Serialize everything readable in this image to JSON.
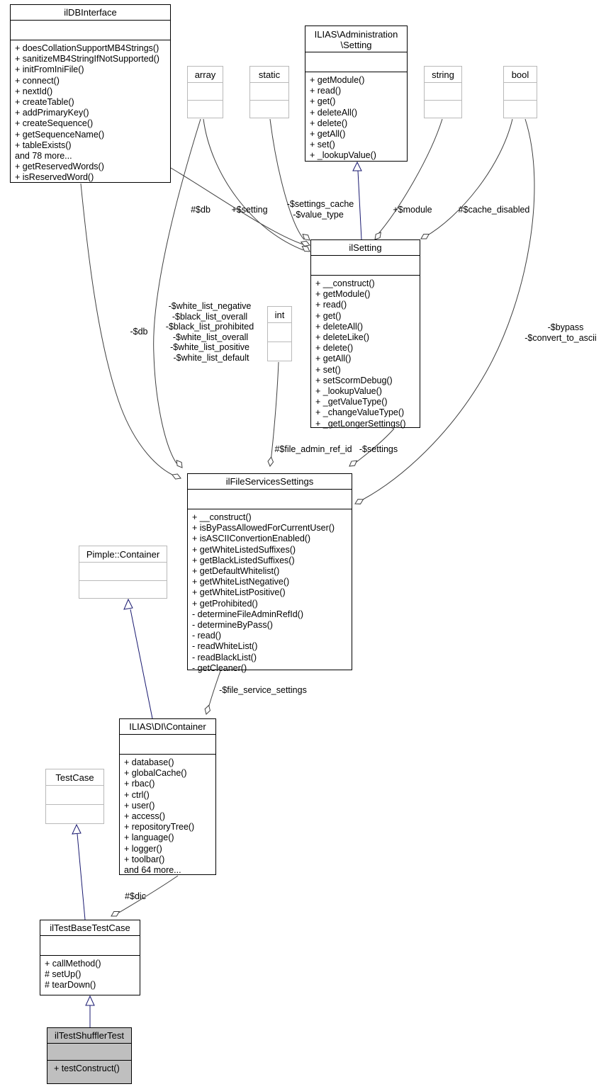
{
  "diagram": {
    "colors": {
      "node_border": "#000000",
      "type_node_border": "#b9b9b9",
      "inheritance_edge": "#191970",
      "collaboration_edge": "#404040",
      "current_node_fill": "#bfbfbf",
      "node_fill": "#ffffff"
    },
    "classes": {
      "ildbinterface": {
        "title": "ilDBInterface",
        "methods": [
          "+ doesCollationSupportMB4Strings()",
          "+ sanitizeMB4StringIfNotSupported()",
          "+ initFromIniFile()",
          "+ connect()",
          "+ nextId()",
          "+ createTable()",
          "+ addPrimaryKey()",
          "+ createSequence()",
          "+ getSequenceName()",
          "+ tableExists()",
          "and 78 more...",
          "+ getReservedWords()",
          "+ isReservedWord()"
        ]
      },
      "array_type": {
        "title": "array"
      },
      "static_type": {
        "title": "static"
      },
      "admin_setting": {
        "title_lines": [
          "ILIAS\\Administration",
          "\\Setting"
        ],
        "methods": [
          "+ getModule()",
          "+ read()",
          "+ get()",
          "+ deleteAll()",
          "+ delete()",
          "+ getAll()",
          "+ set()",
          "+ _lookupValue()"
        ]
      },
      "string_type": {
        "title": "string"
      },
      "bool_type": {
        "title": "bool"
      },
      "ilsetting": {
        "title": "ilSetting",
        "methods": [
          "+ __construct()",
          "+ getModule()",
          "+ read()",
          "+ get()",
          "+ deleteAll()",
          "+ deleteLike()",
          "+ delete()",
          "+ getAll()",
          "+ set()",
          "+ setScormDebug()",
          "+ _lookupValue()",
          "+ _getValueType()",
          "+ _changeValueType()",
          "+ _getLongerSettings()"
        ]
      },
      "int_type": {
        "title": "int"
      },
      "ilfileservicessettings": {
        "title": "ilFileServicesSettings",
        "methods": [
          "+ __construct()",
          "+ isByPassAllowedForCurrentUser()",
          "+ isASCIIConvertionEnabled()",
          "+ getWhiteListedSuffixes()",
          "+ getBlackListedSuffixes()",
          "+ getDefaultWhitelist()",
          "+ getWhiteListNegative()",
          "+ getWhiteListPositive()",
          "+ getProhibited()",
          "- determineFileAdminRefId()",
          "- determineByPass()",
          "- read()",
          "- readWhiteList()",
          "- readBlackList()",
          "- getCleaner()"
        ]
      },
      "pimple_container": {
        "title": "Pimple::Container"
      },
      "di_container": {
        "title": "ILIAS\\DI\\Container",
        "methods": [
          "+ database()",
          "+ globalCache()",
          "+ rbac()",
          "+ ctrl()",
          "+ user()",
          "+ access()",
          "+ repositoryTree()",
          "+ language()",
          "+ logger()",
          "+ toolbar()",
          "and 64 more..."
        ]
      },
      "testcase": {
        "title": "TestCase"
      },
      "iltestbasetestcase": {
        "title": "ilTestBaseTestCase",
        "methods": [
          "+ callMethod()",
          "# setUp()",
          "# tearDown()"
        ]
      },
      "iltestshufflertest": {
        "title": "ilTestShufflerTest",
        "methods": [
          "+ testConstruct()"
        ]
      }
    },
    "edge_labels": {
      "db_protected": "#$db",
      "setting": "+$setting",
      "settings_cache": "-$settings_cache",
      "value_type": "-$value_type",
      "module": "+$module",
      "cache_disabled": "#$cache_disabled",
      "db_private": "-$db",
      "white_list_negative": "-$white_list_negative",
      "black_list_overall": "-$black_list_overall",
      "black_list_prohibited": "-$black_list_prohibited",
      "white_list_overall": "-$white_list_overall",
      "white_list_positive": "-$white_list_positive",
      "white_list_default": "-$white_list_default",
      "bypass": "-$bypass",
      "convert_to_ascii": "-$convert_to_ascii",
      "file_admin_ref_id": "#$file_admin_ref_id",
      "settings_member": "-$settings",
      "file_service_settings": "-$file_service_settings",
      "dic": "#$dic"
    }
  }
}
